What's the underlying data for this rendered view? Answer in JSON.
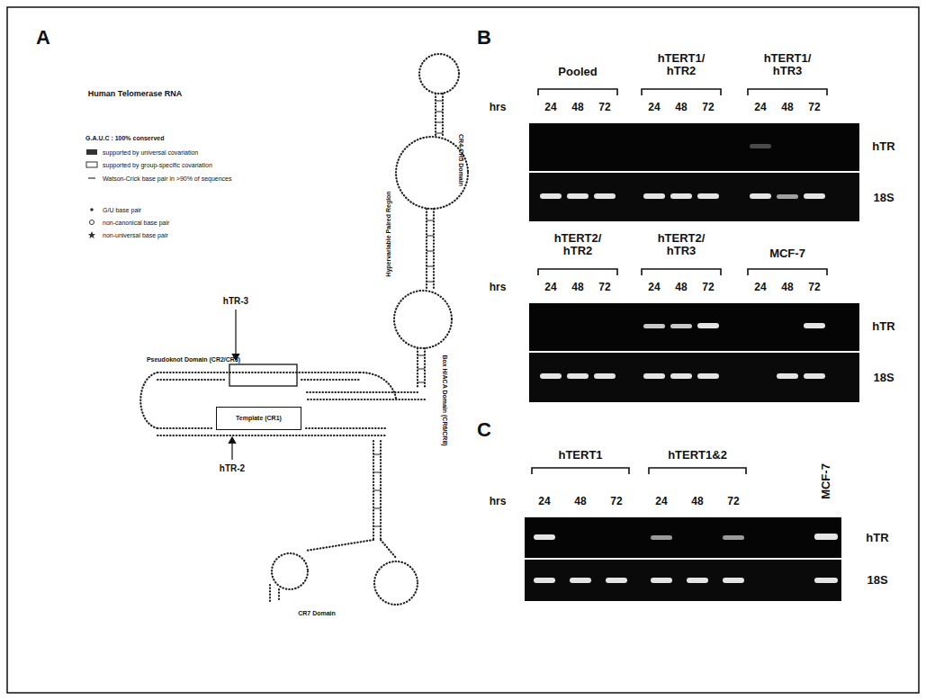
{
  "diagram": {
    "nodes": [
      {
        "text": [
          "Template (CR1)"
        ]
      }
    ],
    "labels": [
      "A",
      "Human Telomerase RNA",
      "hTR-3",
      "Pseudoknot Domain (CR2/CR3)",
      "hTR-2",
      "Hypervariable Paired Region",
      "CR4-CR5 Domain",
      "Box H/ACA Domain (CR6/CR8)",
      "CR7 Domain",
      "B",
      "Pooled",
      "hTERT1/ hTR2",
      "hTERT1/ hTR3",
      "hrs",
      "24",
      "48",
      "72",
      "24",
      "48",
      "72",
      "24",
      "48",
      "72",
      "hTR",
      "18S",
      "hTERT2/ hTR2",
      "hTERT2/ hTR3",
      "MCF-7",
      "hrs",
      "24",
      "48",
      "72",
      "24",
      "48",
      "72",
      "24",
      "48",
      "72",
      "hTR",
      "18S",
      "C",
      "hTERT1",
      "hTERT1&2",
      "MCF-7",
      "hrs",
      "24",
      "48",
      "72",
      "24",
      "48",
      "72",
      "hTR",
      "18S"
    ],
    "legend": [
      {
        "text": "G.A.U.C : 100% conserved"
      },
      {
        "text": "supported by universal covariation"
      },
      {
        "text": "supported by group-specific covariation"
      },
      {
        "text": "Watson-Crick base pair in >90% of sequences"
      },
      {
        "text": "G/U base pair"
      },
      {
        "text": "non-canonical base pair"
      },
      {
        "text": "non-universal base pair"
      }
    ]
  }
}
